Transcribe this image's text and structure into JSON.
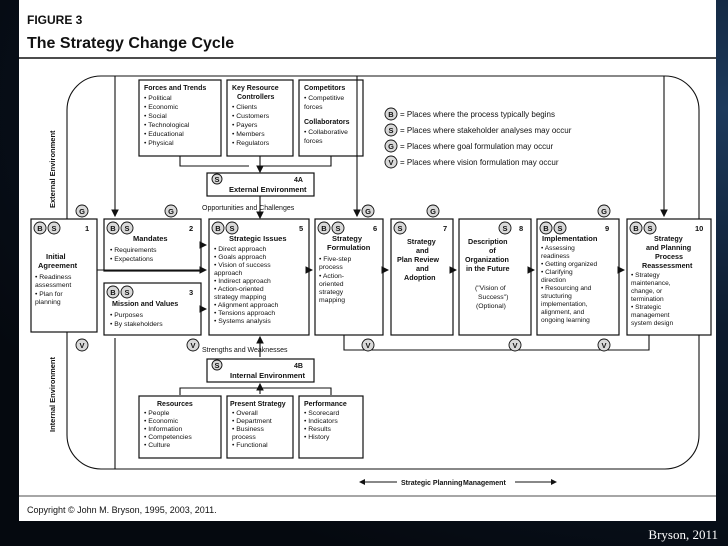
{
  "figure_label": "FIGURE 3",
  "title": "The Strategy Change Cycle",
  "copyright": "Copyright © John M. Bryson, 1995, 2003, 2011.",
  "credit": "Bryson, 2011",
  "side_labels": {
    "external": "External Environment",
    "internal": "Internal Environment"
  },
  "legend": [
    {
      "symbol": "B",
      "text": "= Places where the process typically begins"
    },
    {
      "symbol": "S",
      "text": "= Places where stakeholder analyses may occur"
    },
    {
      "symbol": "G",
      "text": "= Places where goal formulation may occur"
    },
    {
      "symbol": "V",
      "text": "= Places where vision formulation may occur"
    }
  ],
  "top_boxes": [
    {
      "title": "Forces and Trends",
      "items": [
        "• Political",
        "• Economic",
        "• Social",
        "• Technological",
        "• Educational",
        "• Physical"
      ]
    },
    {
      "title": "Key Resource",
      "title2": "Controllers",
      "items": [
        "• Clients",
        "• Customers",
        "• Payers",
        "• Members",
        "• Regulators"
      ]
    },
    {
      "title": "Competitors",
      "items": [
        "• Competitive",
        "  forces"
      ],
      "title_b": "Collaborators",
      "items_b": [
        "• Collaborative",
        "  forces"
      ]
    }
  ],
  "external_env": {
    "number": "4A",
    "label": "External Environment"
  },
  "opportunities": "Opportunities and Challenges",
  "strengths": "Strengths and Weaknesses",
  "internal_env": {
    "number": "4B",
    "label": "Internal Environment"
  },
  "bottom_boxes": [
    {
      "title": "Resources",
      "items": [
        "• People",
        "• Economic",
        "• Information",
        "• Competencies",
        "• Culture"
      ]
    },
    {
      "title": "Present Strategy",
      "items": [
        "• Overall",
        "• Department",
        "• Business",
        "  process",
        "• Functional"
      ]
    },
    {
      "title": "Performance",
      "items": [
        "• Scorecard",
        "• Indicators",
        "• Results",
        "• History"
      ]
    }
  ],
  "steps": [
    {
      "number": "1",
      "lines": [
        "Initial",
        "Agreement"
      ],
      "items": [
        "• Readiness",
        "  assessment",
        "• Plan for",
        "  planning"
      ]
    },
    {
      "number": "2",
      "lines": [
        "Mandates"
      ],
      "items": [
        "• Requirements",
        "• Expectations"
      ]
    },
    {
      "number": "3",
      "lines": [
        "Mission and Values"
      ],
      "items": [
        "• Purposes",
        "• By stakeholders"
      ]
    },
    {
      "number": "5",
      "lines": [
        "Strategic Issues"
      ],
      "items": [
        "• Direct approach",
        "• Goals approach",
        "• Vision of success",
        "  approach",
        "• Indirect approach",
        "• Action-oriented",
        "  strategy mapping",
        "• Alignment approach",
        "• Tensions approach",
        "• Systems analysis"
      ]
    },
    {
      "number": "6",
      "lines": [
        "Strategy",
        "Formulation"
      ],
      "items": [
        "• Five-step",
        "  process",
        "• Action-",
        "  oriented",
        "  strategy",
        "  mapping"
      ]
    },
    {
      "number": "7",
      "lines": [
        "Strategy",
        "and",
        "Plan Review",
        "and",
        "Adoption"
      ],
      "items": []
    },
    {
      "number": "8",
      "lines": [
        "Description",
        "of",
        "Organization",
        "in the Future"
      ],
      "items": [
        "(\"Vision of",
        "Success\")",
        "(Optional)"
      ]
    },
    {
      "number": "9",
      "lines": [
        "Implementation"
      ],
      "items": [
        "• Assessing",
        "  readiness",
        "• Getting organized",
        "• Clarifying",
        "  direction",
        "• Resourcing and",
        "  structuring",
        "  implementation,",
        "  alignment, and",
        "  ongoing learning"
      ]
    },
    {
      "number": "10",
      "lines": [
        "Strategy",
        "and Planning",
        "Process",
        "Reassessment"
      ],
      "items": [
        "• Strategy",
        "  maintenance,",
        "  change, or",
        "  termination",
        "• Strategic",
        "  management",
        "  system design"
      ]
    }
  ],
  "bottom_line": {
    "left": "Strategic Planning",
    "right": "Management"
  }
}
